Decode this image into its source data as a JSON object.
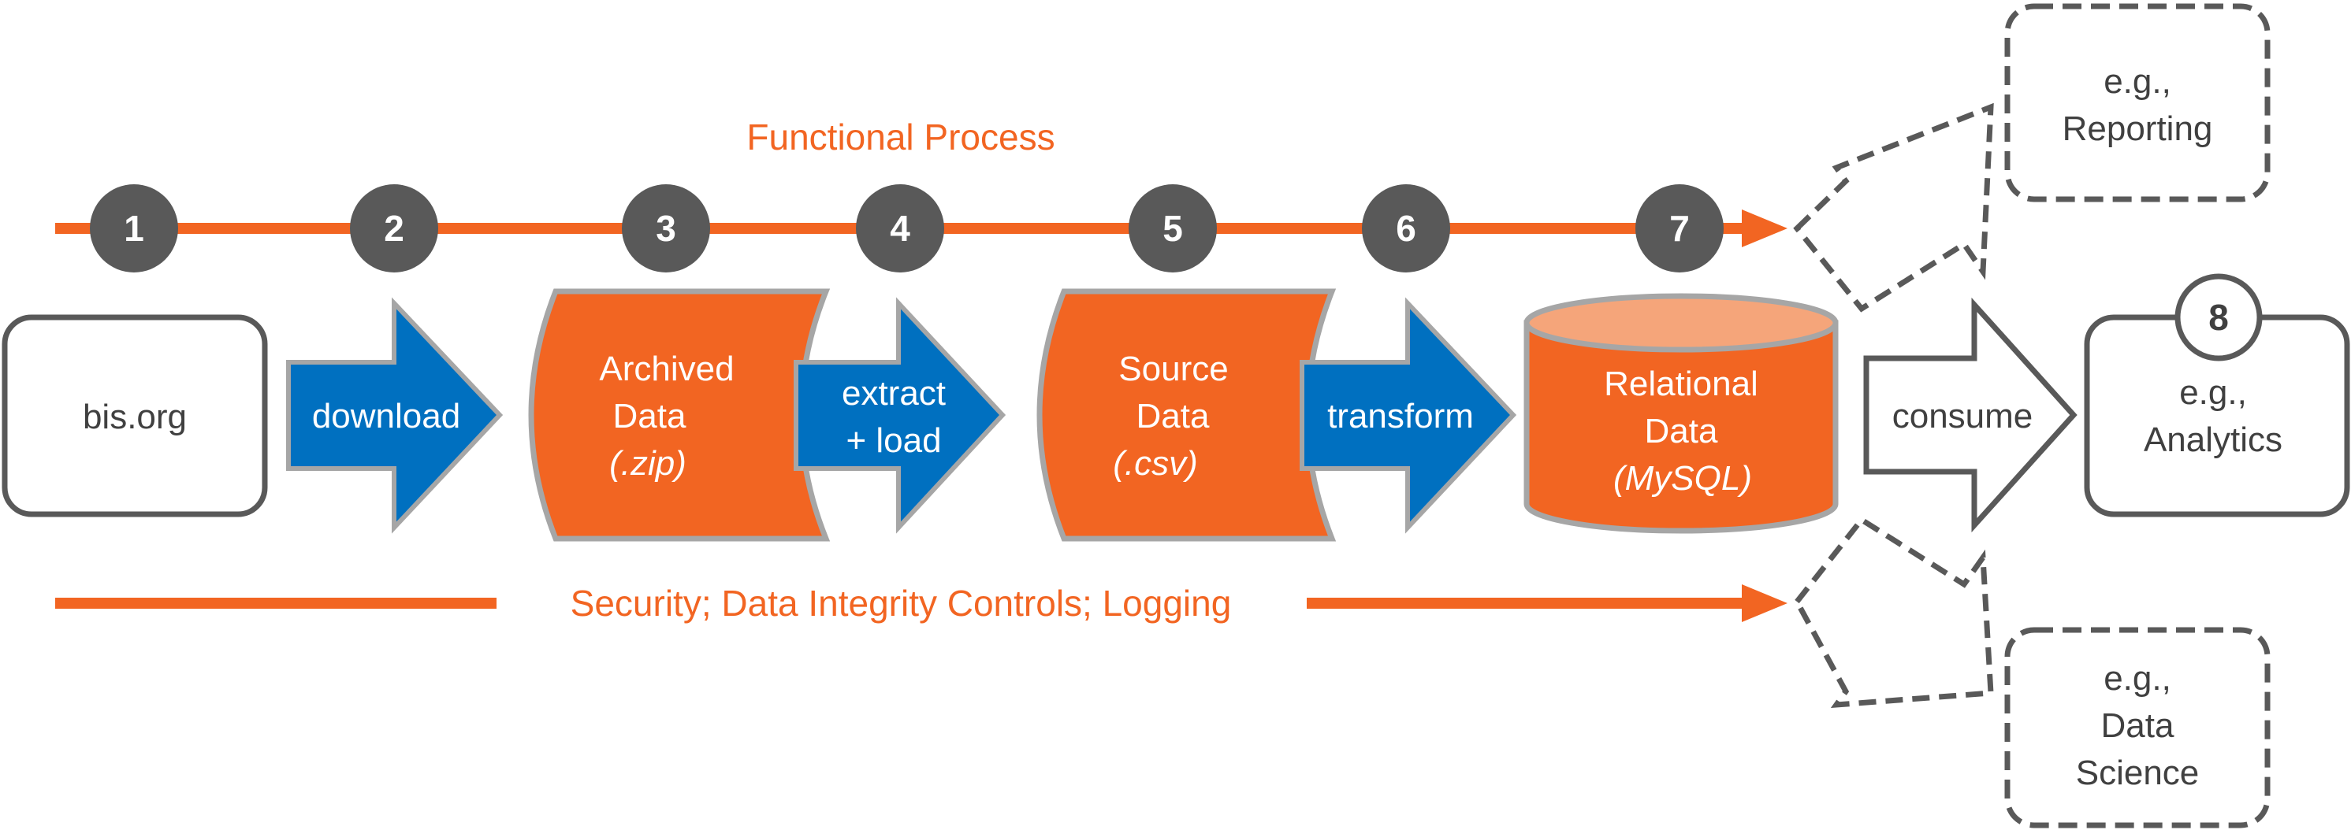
{
  "colors": {
    "orange": "#f26522",
    "orange_light": "#f5a57a",
    "blue": "#0070c0",
    "dark": "#595959",
    "gray_border": "#a6a6a6",
    "text_dark": "#404040",
    "white": "#ffffff"
  },
  "header": {
    "functional_process": "Functional Process"
  },
  "footer": {
    "controls": "Security; Data Integrity Controls; Logging"
  },
  "steps": [
    "1",
    "2",
    "3",
    "4",
    "5",
    "6",
    "7",
    "8"
  ],
  "nodes": {
    "source": {
      "label": "bis.org"
    },
    "download": {
      "label": "download"
    },
    "archived": {
      "line1": "Archived",
      "line2": "Data",
      "line3": "(.zip)"
    },
    "extract": {
      "line1": "extract",
      "line2": "+ load"
    },
    "sourcedata": {
      "line1": "Source",
      "line2": "Data",
      "line3": "(.csv)"
    },
    "transform": {
      "label": "transform"
    },
    "relational": {
      "line1": "Relational",
      "line2": "Data",
      "line3": "(MySQL)"
    },
    "consume": {
      "label": "consume"
    },
    "analytics": {
      "line1": "e.g.,",
      "line2": "Analytics"
    },
    "reporting": {
      "line1": "e.g.,",
      "line2": "Reporting"
    },
    "datascience": {
      "line1": "e.g.,",
      "line2": "Data",
      "line3": "Science"
    }
  }
}
